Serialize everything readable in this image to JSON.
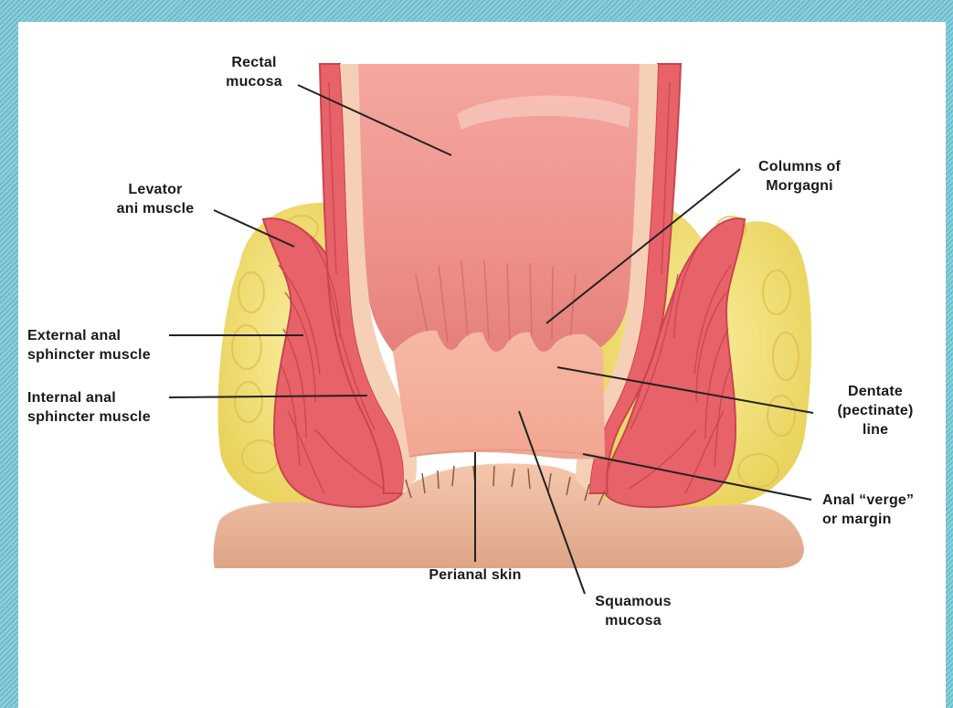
{
  "labels": {
    "rectal_mucosa": "Rectal\nmucosa",
    "levator_ani": "Levator\nani muscle",
    "external_sphincter": "External anal\nsphincter muscle",
    "internal_sphincter": "Internal anal\nsphincter muscle",
    "columns_morgagni": "Columns of\nMorgagni",
    "dentate_line": "Dentate\n(pectinate)\nline",
    "anal_verge": "Anal “verge”\nor margin",
    "perianal_skin": "Perianal skin",
    "squamous_mucosa": "Squamous\nmucosa"
  },
  "colors": {
    "frame": "#7fc8d6",
    "fat": "#f3e37a",
    "muscle": "#e8626a",
    "mucosa": "#f1a39a",
    "skin": "#f2c0a6",
    "leader": "#222222"
  }
}
